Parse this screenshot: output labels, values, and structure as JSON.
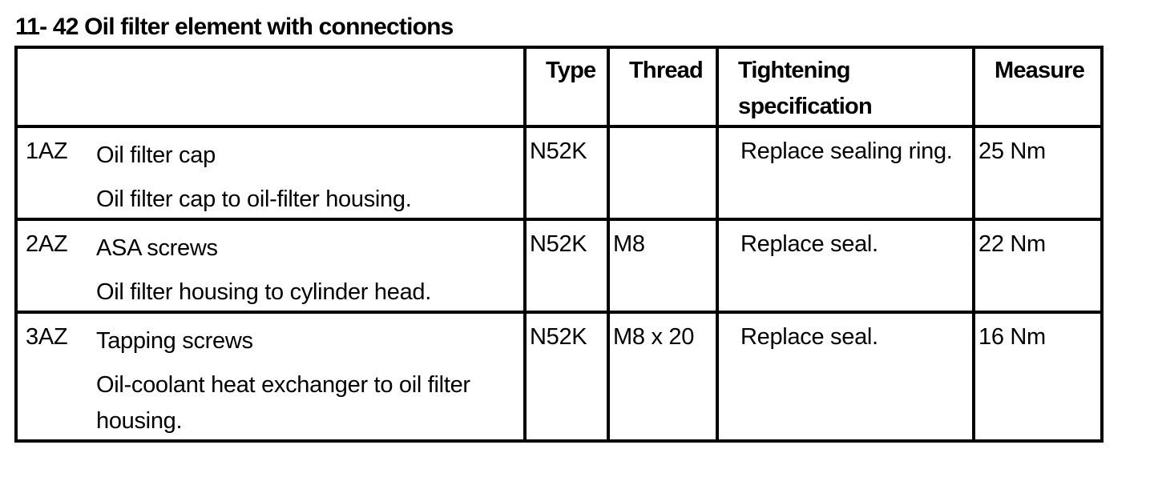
{
  "document": {
    "title": "11- 42 Oil filter element with connections"
  },
  "table": {
    "headers": {
      "description": "",
      "type": "Type",
      "thread": "Thread",
      "tightening": "Tightening specification",
      "measure": "Measure"
    },
    "rows": [
      {
        "id": "1AZ",
        "name": "Oil filter cap",
        "detail": "Oil filter cap to oil-filter housing.",
        "type": "N52K",
        "thread": "",
        "tightening": "Replace sealing ring.",
        "measure": "25 Nm"
      },
      {
        "id": "2AZ",
        "name": "ASA screws",
        "detail": "Oil filter housing to cylinder head.",
        "type": "N52K",
        "thread": "M8",
        "tightening": "Replace seal.",
        "measure": "22 Nm"
      },
      {
        "id": "3AZ",
        "name": "Tapping screws",
        "detail": "Oil-coolant heat exchanger to oil filter housing.",
        "type": "N52K",
        "thread": "M8 x 20",
        "tightening": "Replace seal.",
        "measure": "16 Nm"
      }
    ]
  }
}
